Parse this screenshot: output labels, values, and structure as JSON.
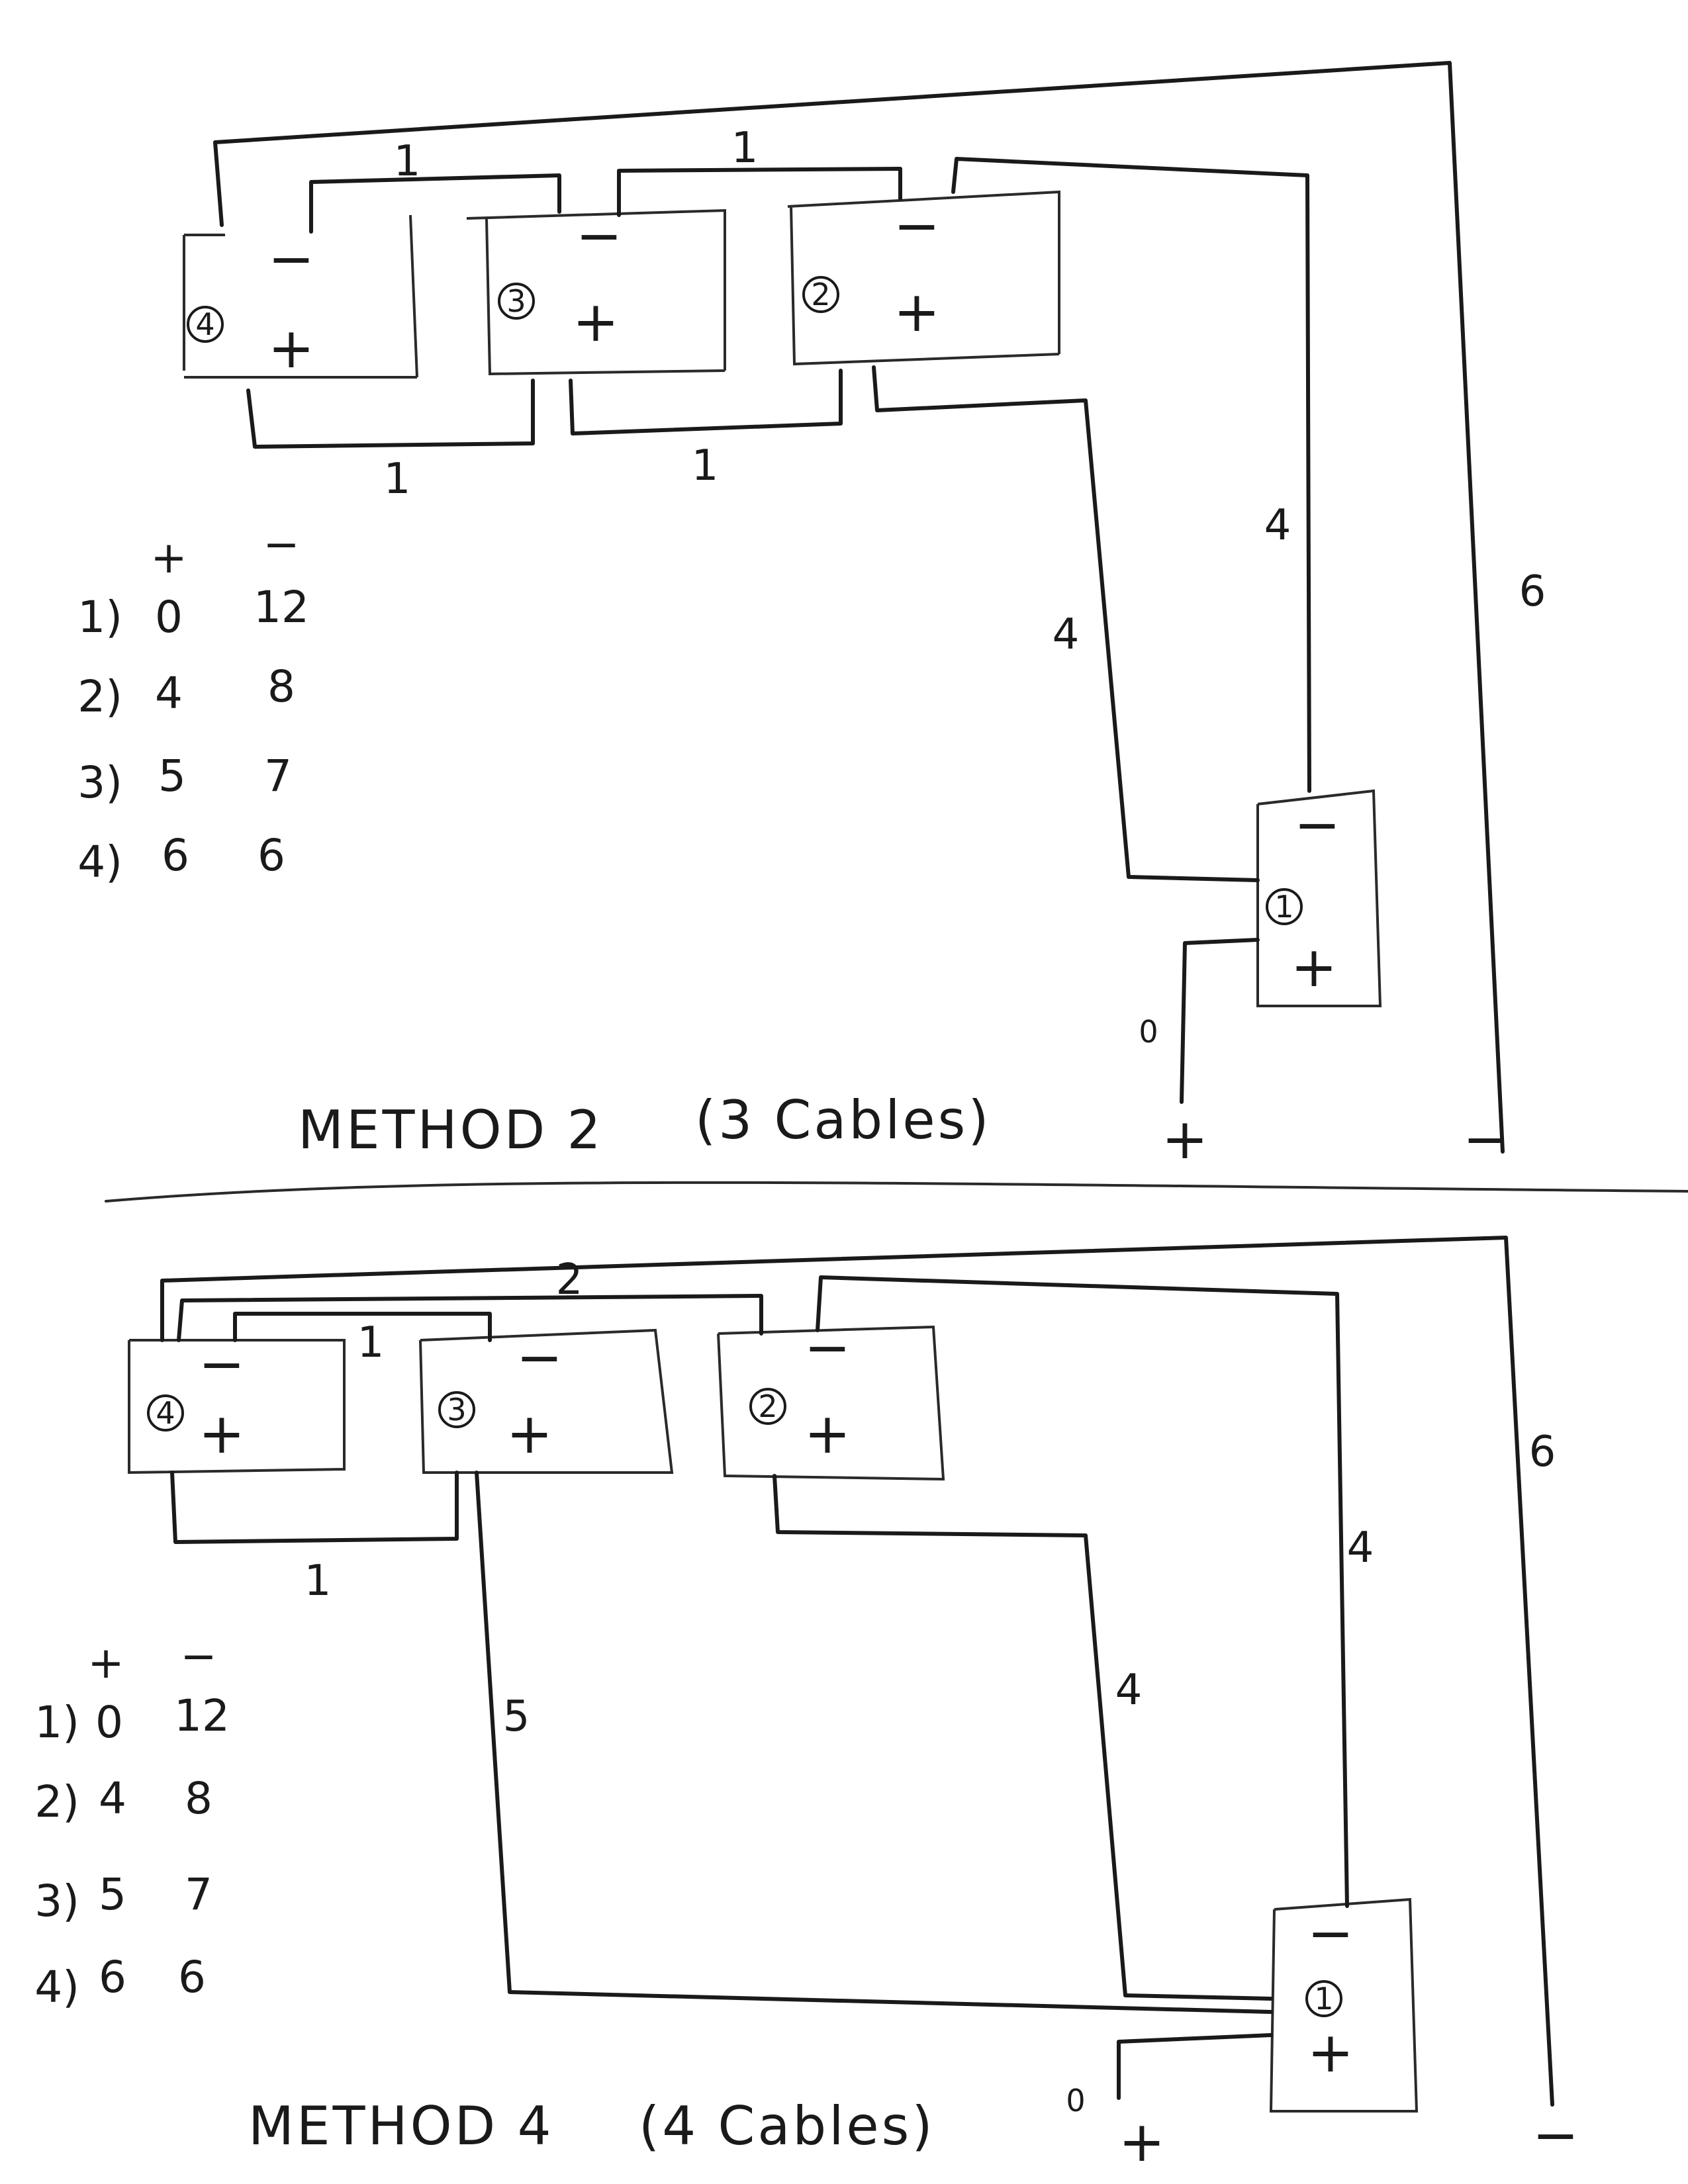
{
  "method2": {
    "title": "METHOD 2",
    "subtitle": "(3 Cables)",
    "batteries": [
      {
        "id": "4",
        "neg": "−",
        "pos": "+"
      },
      {
        "id": "3",
        "neg": "−",
        "pos": "+"
      },
      {
        "id": "2",
        "neg": "−",
        "pos": "+"
      },
      {
        "id": "1",
        "neg": "−",
        "pos": "+"
      }
    ],
    "cable_labels": {
      "top_4_3": "1",
      "top_3_2": "1",
      "bottom_4_3": "1",
      "bottom_3_2": "1",
      "right_inner": "4",
      "right_mid": "4",
      "right_outer": "6",
      "zero": "0"
    },
    "terminals": {
      "pos": "+",
      "neg": "−"
    },
    "table": {
      "header": {
        "pos": "+",
        "neg": "−"
      },
      "rows": [
        {
          "label": "1)",
          "pos": "0",
          "neg": "12"
        },
        {
          "label": "2)",
          "pos": "4",
          "neg": "8"
        },
        {
          "label": "3)",
          "pos": "5",
          "neg": "7"
        },
        {
          "label": "4)",
          "pos": "6",
          "neg": "6"
        }
      ]
    }
  },
  "method4": {
    "title": "METHOD 4",
    "subtitle": "(4 Cables)",
    "batteries": [
      {
        "id": "4",
        "neg": "−",
        "pos": "+"
      },
      {
        "id": "3",
        "neg": "−",
        "pos": "+"
      },
      {
        "id": "2",
        "neg": "−",
        "pos": "+"
      },
      {
        "id": "1",
        "neg": "−",
        "pos": "+"
      }
    ],
    "cable_labels": {
      "top_2": "2",
      "top_1": "1",
      "bottom_4_3": "1",
      "long_5": "5",
      "inner_4": "4",
      "outer_4": "4",
      "outer_6": "6",
      "zero": "0"
    },
    "terminals": {
      "pos": "+",
      "neg": "−"
    },
    "table": {
      "header": {
        "pos": "+",
        "neg": "−"
      },
      "rows": [
        {
          "label": "1)",
          "pos": "0",
          "neg": "12"
        },
        {
          "label": "2)",
          "pos": "4",
          "neg": "8"
        },
        {
          "label": "3)",
          "pos": "5",
          "neg": "7"
        },
        {
          "label": "4)",
          "pos": "6",
          "neg": "6"
        }
      ]
    }
  }
}
